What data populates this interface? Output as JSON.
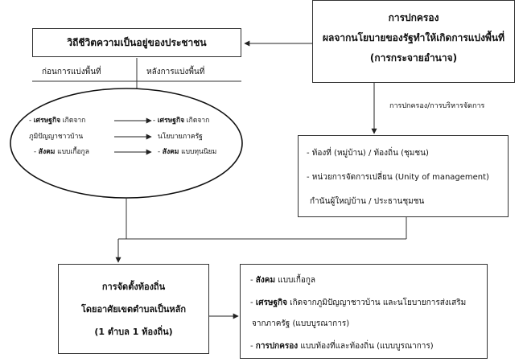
{
  "governance": {
    "line1": "การปกครอง",
    "line2": "ผลจากนโยบายของรัฐทำให้เกิดการแบ่งพื้นที่",
    "line3": "(การกระจายอำนาจ)"
  },
  "way_of_life": {
    "title": "วิถีชีวิตความเป็นอยู่ของประชาชน",
    "before_header": "ก่อนการแบ่งพื้นที่",
    "after_header": "หลังการแบ่งพื้นที่"
  },
  "ellipse": {
    "before": [
      {
        "bold": "เศรษฐกิจ",
        "text": " เกิดจาก"
      },
      {
        "bold": "",
        "text": "ภูมิปัญญาชาวบ้าน"
      },
      {
        "bold": "สังคม",
        "text": " แบบเกื้อกูล"
      }
    ],
    "after": [
      {
        "bold": "เศรษฐกิจ",
        "text": " เกิดจาก"
      },
      {
        "bold": "",
        "text": "นโยบายภาครัฐ"
      },
      {
        "bold": "สังคม",
        "text": " แบบทุนนิยม"
      }
    ]
  },
  "admin_label": "การปกครอง/การบริหารจัดการ",
  "admin_box": {
    "line1": "ท้องที่ (หมู่บ้าน) / ท้องถิ่น (ชุมชน)",
    "line2": "หน่วยการจัดการเปลี่ยน (Unity of management)",
    "line3": "กำนันผู้ใหญ่บ้าน / ประธานชุมชน"
  },
  "local_box": {
    "line1": "การจัดตั้งท้องถิ่น",
    "line2": "โดยอาศัยเขตตำบลเป็นหลัก",
    "line3": "(1 ตำบล 1 ท้องถิ่น)"
  },
  "result_box": {
    "social_bold": "สังคม",
    "social_text": " แบบเกื้อกูล",
    "economy_bold": "เศรษฐกิจ",
    "economy_text": " เกิดจากภูมิปัญญาชาวบ้าน และนโยบายการส่งเสริม",
    "economy_text2": "จากภาครัฐ (แบบบูรณาการ)",
    "gov_bold": "การปกครอง",
    "gov_text": " แบบท้องที่และท้องถิ่น (แบบบูรณาการ)"
  }
}
